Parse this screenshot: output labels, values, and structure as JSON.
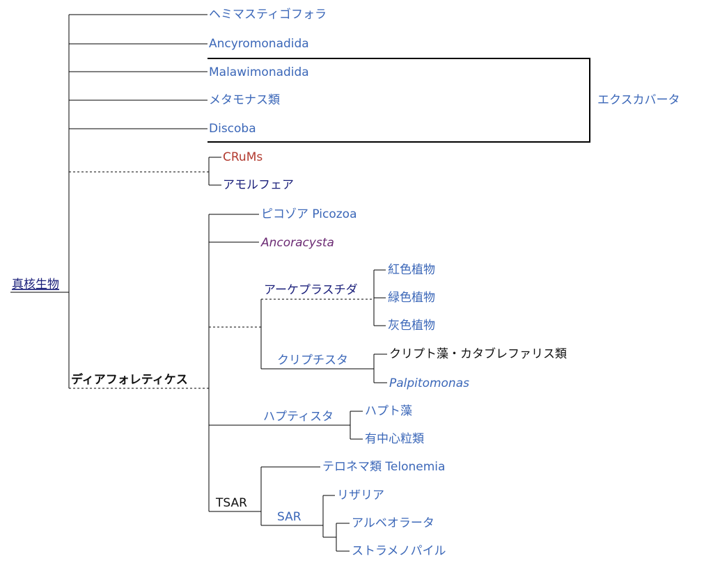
{
  "colors": {
    "blue": "#3b67b8",
    "navy": "#1a1f7a",
    "red": "#b23a2f",
    "purple": "#6b2a73",
    "black": "#111111"
  },
  "root": {
    "label": "真核生物"
  },
  "top_taxa": [
    {
      "label": "ヘミマスティゴフォラ"
    },
    {
      "label": "Ancyromonadida"
    },
    {
      "label": "Malawimonadida"
    },
    {
      "label": "メタモナス類"
    },
    {
      "label": "Discoba"
    }
  ],
  "excavata": {
    "label": "エクスカバータ"
  },
  "crums_group": [
    {
      "label": "CRuMs"
    },
    {
      "label": "アモルフェア"
    }
  ],
  "diaphoretickes": {
    "label": "ディアフォレティケス",
    "picozoa": {
      "label": "ピコゾア Picozoa"
    },
    "ancoracysta": {
      "label": "Ancoracysta"
    },
    "archaeplastida": {
      "label": "アーケプラスチダ",
      "members": [
        {
          "label": "紅色植物"
        },
        {
          "label": "緑色植物"
        },
        {
          "label": "灰色植物"
        }
      ]
    },
    "cryptista": {
      "label": "クリプチスタ",
      "members": [
        {
          "label": "クリプト藻・カタブレファリス類"
        },
        {
          "label": "Palpitomonas"
        }
      ]
    },
    "haptista": {
      "label": "ハプティスタ",
      "members": [
        {
          "label": "ハプト藻"
        },
        {
          "label": "有中心粒類"
        }
      ]
    },
    "tsar": {
      "label": "TSAR",
      "telonemia": {
        "label": "テロネマ類 Telonemia"
      },
      "sar": {
        "label": "SAR",
        "rhizaria": {
          "label": "リザリア"
        },
        "alveolata": {
          "label": "アルベオラータ"
        },
        "stramenopiles": {
          "label": "ストラメノパイル"
        }
      }
    }
  }
}
